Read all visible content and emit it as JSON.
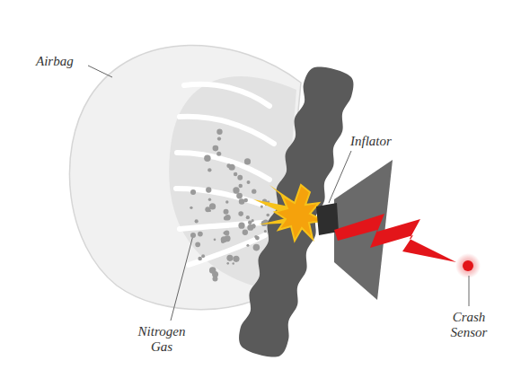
{
  "diagram": {
    "labels": [
      "Airbag",
      "Inflator",
      "Nitrogen Gas",
      "Crash Sensor"
    ]
  }
}
